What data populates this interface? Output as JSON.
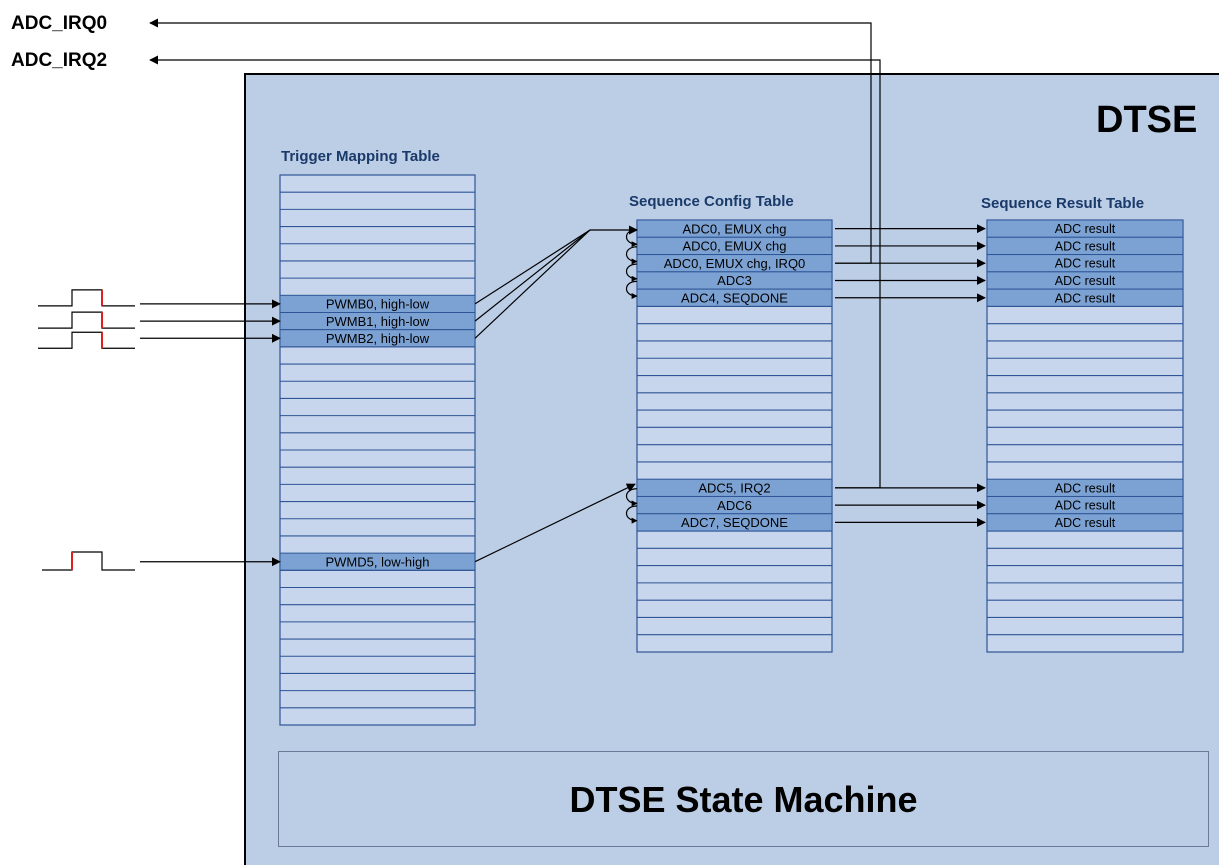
{
  "signals": {
    "adc_irq0": "ADC_IRQ0",
    "adc_irq2": "ADC_IRQ2"
  },
  "dtse_title": "DTSE",
  "state_machine_label": "DTSE State Machine",
  "trigger_table": {
    "title": "Trigger Mapping Table",
    "rows": [
      "PWMB0, high-low",
      "PWMB1, high-low",
      "PWMB2, high-low",
      "PWMD5, low-high"
    ]
  },
  "sequence_table": {
    "title": "Sequence Config Table",
    "rows": [
      "ADC0, EMUX chg",
      "ADC0, EMUX chg",
      "ADC0, EMUX chg, IRQ0",
      "ADC3",
      "ADC4, SEQDONE",
      "ADC5, IRQ2",
      "ADC6",
      "ADC7, SEQDONE"
    ]
  },
  "result_table": {
    "title": "Sequence Result Table",
    "rows": [
      "ADC result",
      "ADC result",
      "ADC result",
      "ADC result",
      "ADC result",
      "ADC result",
      "ADC result",
      "ADC result"
    ]
  },
  "colors": {
    "page_bg": "#ffffff",
    "block_fill": "#bccde6",
    "table_fill": "#c7d6ec",
    "filled_cell": "#7ca2d3",
    "grid_line": "#2e5596",
    "pulse_edge": "#e02020",
    "text_dark": "#000000",
    "title_blue": "#1a3a6a"
  }
}
